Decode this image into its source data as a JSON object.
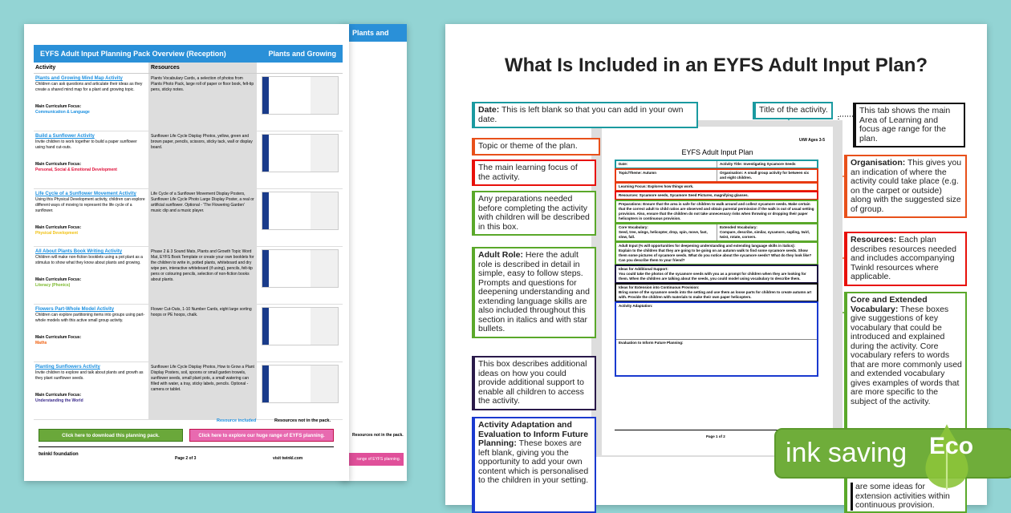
{
  "overview": {
    "title": "EYFS Adult Input Planning Pack Overview (Reception)",
    "topic": "Plants and Growing",
    "col_activity": "Activity",
    "col_resources": "Resources",
    "rows": [
      {
        "title": "Plants and Growing Mind Map Activity",
        "desc": "Children can ask questions and articulate their ideas as they create a shared mind map for a plant and growing topic.",
        "focus_label": "Main Curriculum Focus:",
        "focus": "Communication & Language",
        "focus_color": "#1a8fe0",
        "resources": "Plants Vocabulary Cards, a selection of photos from Plants Photo Pack, large roll of paper or floor book, felt-tip pens, sticky notes."
      },
      {
        "title": "Build a Sunflower Activity",
        "desc": "Invite children to work together to build a paper sunflower using hand cut-outs.",
        "focus_label": "Main Curriculum Focus:",
        "focus": "Personal, Social & Emotional Development",
        "focus_color": "#e0103a",
        "resources": "Sunflower Life Cycle Display Photos, yellow, green and brown paper, pencils, scissors, sticky tack, wall or display board."
      },
      {
        "title": "Life Cycle of a Sunflower Movement Activity",
        "desc": "Using this Physical Development activity, children can explore different ways of moving to represent the life cycle of a sunflower.",
        "focus_label": "Main Curriculum Focus:",
        "focus": "Physical Development",
        "focus_color": "#f0c010",
        "resources": "Life Cycle of a Sunflower Movement Display Posters, Sunflower Life Cycle Photo Large Display Poster, a real or artificial sunflower. Optional - 'The Flowering Garden' music clip and a music player."
      },
      {
        "title": "All About Plants Book Writing Activity",
        "desc": "Children will make non-fiction booklets using a pot plant as a stimulus to show what they know about plants and growing.",
        "focus_label": "Main Curriculum Focus:",
        "focus": "Literacy (Phonics)",
        "focus_color": "#7ab82a",
        "resources": "Phase 2 & 3 Sound Mats, Plants and Growth Topic Word Mat, EYFS Book Template or create your own booklets for the children to write in, potted plants, whiteboard and dry wipe pen, interactive whiteboard (if using), pencils, felt-tip pens or colouring pencils, selection of non-fiction books about plants."
      },
      {
        "title": "Flowers Part-Whole Model Activity",
        "desc": "Children can explore partitioning items into groups using part-whole models with this active small group activity.",
        "focus_label": "Main Curriculum Focus:",
        "focus": "Maths",
        "focus_color": "#f06010",
        "resources": "Flower Cut-Outs, 1-10 Number Cards, eight large sorting hoops or PE hoops, chalk."
      },
      {
        "title": "Planting Sunflowers Activity",
        "desc": "Invite children to explore and talk about plants and growth as they plant sunflower seeds.",
        "focus_label": "Main Curriculum Focus:",
        "focus": "Understanding the World",
        "focus_color": "#3a2a8a",
        "resources": "Sunflower Life Cycle Display Photos, How to Grow a Plant Display Posters, soil, spoons or small garden trowels, sunflower seeds, small plant pots, a small watering can filled with water, a tray, sticky labels, pencils. Optional - camera or tablet."
      }
    ],
    "legend_included": "Resource included",
    "legend_not": "Resources not in the pack.",
    "download_btn": "Click here to download this planning pack.",
    "explore_btn": "Click here to explore our huge range of EYFS planning.",
    "page": "Page 2 of 3",
    "site": "visit twinkl.com",
    "logo": "twinkl foundation"
  },
  "overview_page3": {
    "topic": "Plants and Growing",
    "legend_not": "Resources not in the pack.",
    "explore_btn": "range of EYFS planning."
  },
  "info": {
    "title": "What Is Included in an EYFS Adult Input Plan?",
    "callouts": {
      "date_b": "Date:",
      "date": " This is left blank so that you can add in your own date.",
      "title_activity": "Title of the activity.",
      "topic": "Topic or theme of the plan.",
      "focus": "The main learning focus of the activity.",
      "prep": "Any preparations needed before completing the activity with children will be described in this box.",
      "adult_b": "Adult Role:",
      "adult": " Here the adult role is described in detail in simple, easy to follow steps. Prompts and questions for deepening understanding and extending language skills are also included throughout this section in italics and with star bullets.",
      "support": "This box describes additional ideas on how you could provide additional support to enable all children to access the activity.",
      "adapt_b": "Activity Adaptation and Evaluation to Inform Future Planning:",
      "adapt": " These boxes are left blank, giving you the opportunity to add your own content which is personalised to the children in your setting.",
      "tab": "This tab shows the main Area of Learning and focus age range for the plan.",
      "org_b": "Organisation:",
      "org": " This gives you an indication of where the activity could take place (e.g. on the carpet or outside) along with the suggested size of group.",
      "res_b": "Resources:",
      "res": " Each plan describes resources needed and includes accompanying Twinkl resources where applicable.",
      "vocab_b": "Core and Extended Vocabulary:",
      "vocab": " These boxes give suggestions of key vocabulary that could be introduced and explained during the activity. Core vocabulary refers to words that are more commonly used and extended vocabulary gives examples of words that are more specific to the subject of the activity.",
      "vocab_tail": "are some ideas for extension activities within continuous provision."
    },
    "plan": {
      "tab": "UtW Ages 3-5",
      "title": "EYFS Adult Input Plan",
      "date": "Date:",
      "activity_title": "Activity Title:",
      "activity_value": "Investigating Sycamore Seeds",
      "topic": "Topic/Theme:",
      "topic_value": "Autumn",
      "org": "Organisation:",
      "org_value": "A small group activity for between six and eight children.",
      "focus": "Learning Focus:",
      "focus_value": "Explores how things work.",
      "resources": "Resources:",
      "resources_value": "Sycamore seeds, Sycamore Seed Pictures, magnifying glasses.",
      "prep": "Preparations:",
      "prep_value": "Ensure that the area is safe for children to walk around and collect sycamore seeds. Make certain that the correct adult to child ratios are observed and obtain parental permission if the walk is out of usual setting provision. Also, ensure that the children do not take unnecessary risks when throwing or dropping their paper helicopters in continuous provision.",
      "core": "Core Vocabulary:",
      "core_value": "Seed, tree, wings, helicopter, drop, spin, move, fast, slow, fall.",
      "ext": "Extended Vocabulary:",
      "ext_value": "Compare, describe, similar, sycamore, sapling, twirl, twist, rotate, corners.",
      "adult": "Adult Input (% will opportunities for deepening understanding and extending language skills in italics):",
      "adult_value": "Explain to the children that they are going to be going on an autumn walk to find some sycamore seeds. Show them some pictures of sycamore seeds. What do you notice about the sycamore seeds? What do they look like? Can you describe them to your friend?",
      "support": "Ideas for Additional Support:",
      "support_value": "You could take the photos of the sycamore seeds with you as a prompt for children when they are looking for them. When the children are talking about the seeds, you could model using vocabulary to describe them.",
      "extension": "Ideas for Extension into Continuous Provision:",
      "extension_value": "Bring some of the sycamore seeds into the setting and use them as loose parts for children to create autumn art with. Provide the children with materials to make their own paper helicopters.",
      "adaptation": "Activity Adaptation:",
      "evaluation": "Evaluation to Inform Future Planning:",
      "page": "Page 1 of 2"
    },
    "badge": {
      "text": "ink saving",
      "eco": "Eco"
    }
  }
}
